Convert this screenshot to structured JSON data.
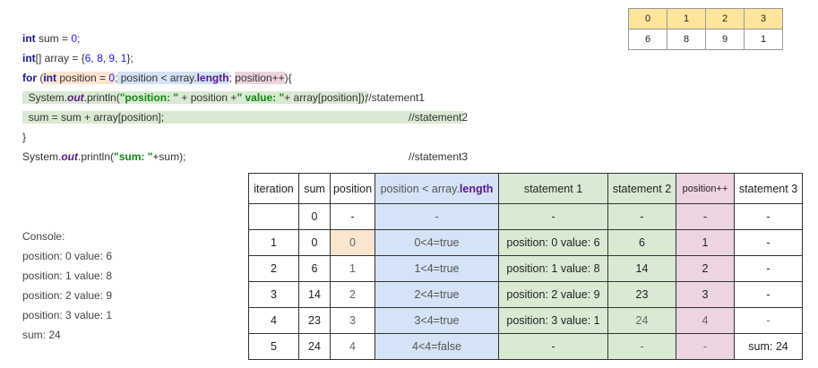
{
  "code": {
    "line1": {
      "kw": "int",
      "rest": " sum = ",
      "num": "0",
      "end": ";"
    },
    "line2": {
      "kw": "int",
      "mid": "[] array = {",
      "n1": "6",
      "n2": "8",
      "n3": "9",
      "n4": "1",
      "end": "};"
    },
    "line3": {
      "kw_for": "for",
      "open": " (",
      "kw_int": "int",
      "init": " position = ",
      "init_num": "0",
      "semi": ";",
      "cond_a": " position < array.",
      "cond_b": "length",
      "semi2": "; ",
      "incr": "position++",
      "close": "){"
    },
    "line4": {
      "a": "  System.",
      "b": "out",
      "c": ".println(",
      "s1": "\"position: \"",
      "d": " + position +",
      "s2": "\" value: \"",
      "e": "+ array[position]);"
    },
    "line5": {
      "a": "  sum = sum + array[position];"
    },
    "line6": "}",
    "line7": {
      "a": "System.",
      "b": "out",
      "c": ".println(",
      "s": "\"sum: \"",
      "d": "+sum);"
    },
    "comment1": "//statement1",
    "comment2": "//statement2",
    "comment3": "//statement3"
  },
  "array_table": {
    "indices": [
      "0",
      "1",
      "2",
      "3"
    ],
    "values": [
      "6",
      "8",
      "9",
      "1"
    ]
  },
  "console": {
    "title": "Console:",
    "lines": [
      "position: 0 value: 6",
      "position: 1 value: 8",
      "position: 2 value: 9",
      "position: 3 value: 1",
      "sum: 24"
    ]
  },
  "trace": {
    "headers": [
      "iteration",
      "sum",
      "position",
      "position < array.",
      "length",
      "statement 1",
      "statement 2",
      "position++",
      "statement 3"
    ],
    "rows": [
      [
        "",
        "0",
        "-",
        "-",
        "-",
        "-",
        "-",
        "-"
      ],
      [
        "1",
        "0",
        "0",
        "0<4=true",
        "position: 0 value: 6",
        "6",
        "1",
        "-"
      ],
      [
        "2",
        "6",
        "1",
        "1<4=true",
        "position: 1 value: 8",
        "14",
        "2",
        "-"
      ],
      [
        "3",
        "14",
        "2",
        "2<4=true",
        "position: 2 value: 9",
        "23",
        "3",
        "-"
      ],
      [
        "4",
        "23",
        "3",
        "3<4=true",
        "position: 3 value: 1",
        "24",
        "4",
        "-"
      ],
      [
        "5",
        "24",
        "4",
        "4<4=false",
        "-",
        "-",
        "-",
        "sum: 24"
      ]
    ]
  },
  "colors": {
    "orange": "#fbe5cf",
    "blue": "#d4e3f5",
    "green": "#d9ead3",
    "pink": "#ecd4e0",
    "yellow": "#ffe599"
  }
}
